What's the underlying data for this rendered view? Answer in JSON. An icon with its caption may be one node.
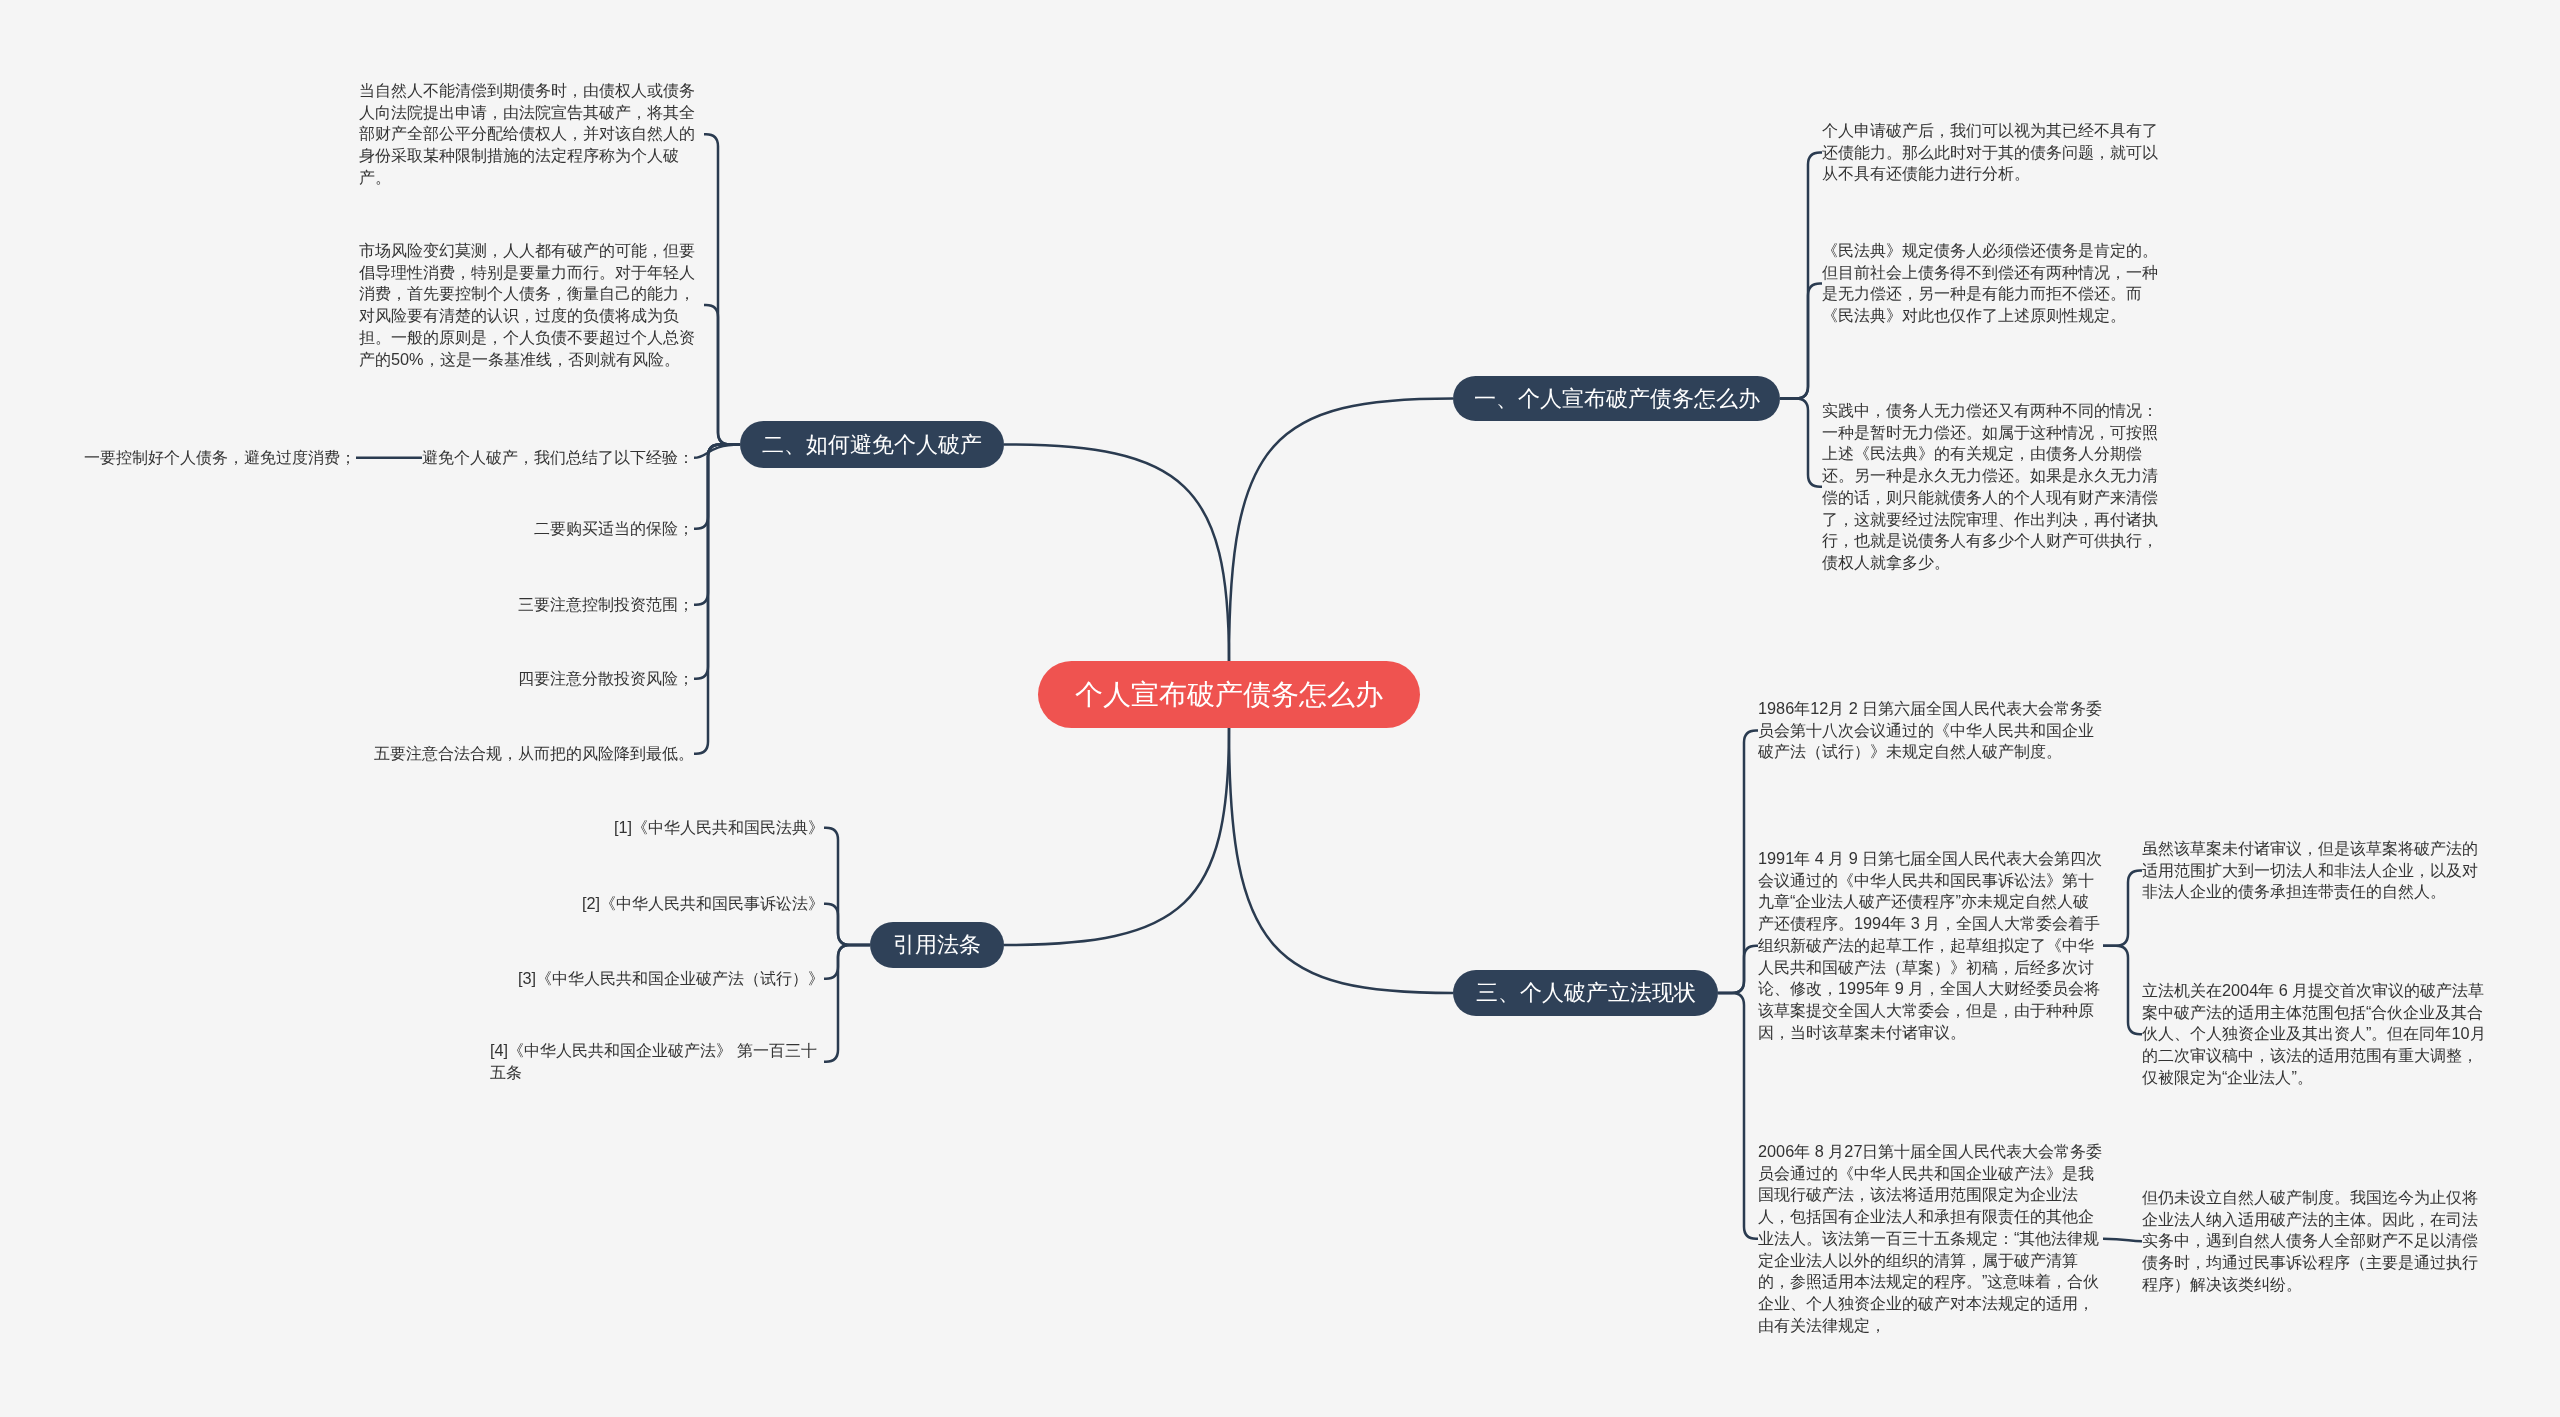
{
  "diagram": {
    "nodes": [
      {
        "text": [
          "个人宣布破产债务怎么办"
        ]
      },
      {
        "text": [
          "一、个人宣布破产债务怎么办"
        ]
      },
      {
        "text": [
          "个人申请破产后，我们可以视为其已经不具有了还债能力。那么此时对于其的债务问题，就可以从不具有还债能力进行分析。"
        ]
      },
      {
        "text": [
          "《民法典》规定债务人必须偿还债务是肯定的。但目前社会上债务得不到偿还有两种情况，一种是无力偿还，另一种是有能力而拒不偿还。而《民法典》对此也仅作了上述原则性规定。"
        ]
      },
      {
        "text": [
          "实践中，债务人无力偿还又有两种不同的情况：一种是暂时无力偿还。如属于这种情况，可按照上述《民法典》的有关规定，由债务人分期偿还。另一种是永久无力偿还。如果是永久无力清偿的话，则只能就债务人的个人现有财产来清偿了，这就要经过法院审理、作出判决，再付诸执行，也就是说债务人有多少个人财产可供执行，债权人就拿多少。"
        ]
      },
      {
        "text": [
          "二、如何避免个人破产"
        ]
      },
      {
        "text": [
          "当自然人不能清偿到期债务时，由债权人或债务人向法院提出申请，由法院宣告其破产，将其全部财产全部公平分配给债权人，并对该自然人的身份采取某种限制措施的法定程序称为个人破产。"
        ]
      },
      {
        "text": [
          "市场风险变幻莫测，人人都有破产的可能，但要倡导理性消费，特别是要量力而行。对于年轻人消费，首先要控制个人债务，衡量自己的能力，对风险要有清楚的认识，过度的负债将成为负担。一般的原则是，个人负债不要超过个人总资产的50%，这是一条基准线，否则就有风险。"
        ]
      },
      {
        "text": [
          "避免个人破产，我们总结了以下经验："
        ]
      },
      {
        "text": [
          "一要控制好个人债务，避免过度消费；"
        ]
      },
      {
        "text": [
          "二要购买适当的保险；"
        ]
      },
      {
        "text": [
          "三要注意控制投资范围；"
        ]
      },
      {
        "text": [
          "四要注意分散投资风险；"
        ]
      },
      {
        "text": [
          "五要注意合法合规，从而把的风险降到最低。"
        ]
      },
      {
        "text": [
          "三、个人破产立法现状"
        ]
      },
      {
        "text": [
          "1986年12月 2 日第六届全国人民代表大会常务委员会第十八次会议通过的《中华人民共和国企业破产法（试行）》未规定自然人破产制度。"
        ]
      },
      {
        "text": [
          "1991年 4 月 9 日第七届全国人民代表大会第四次会议通过的《中华人民共和国民事诉讼法》第十九章“企业法人破产还债程序”亦未规定自然人破产还债程序。1994年 3 月，全国人大常委会着手组织新破产法的起草工作，起草组拟定了《中华人民共和国破产法（草案）》初稿，后经多次讨论、修改，1995年 9 月，全国人大财经委员会将该草案提交全国人大常委会，但是，由于种种原因，当时该草案未付诸审议。"
        ]
      },
      {
        "text": [
          "虽然该草案未付诸审议，但是该草案将破产法的适用范围扩大到一切法人和非法人企业，以及对非法人企业的债务承担连带责任的自然人。"
        ]
      },
      {
        "text": [
          "立法机关在2004年 6 月提交首次审议的破产法草案中破产法的适用主体范围包括“合伙企业及其合伙人、个人独资企业及其出资人”。但在同年10月的二次审议稿中，该法的适用范围有重大调整，仅被限定为“企业法人”。"
        ]
      },
      {
        "text": [
          "2006年 8 月27日第十届全国人民代表大会常务委员会通过的《中华人民共和国企业破产法》是我国现行破产法，该法将适用范围限定为企业法人，包括国有企业法人和承担有限责任的其他企业法人。该法第一百三十五条规定：“其他法律规定企业法人以外的组织的清算，属于破产清算的，参照适用本法规定的程序。”这意味着，合伙企业、个人独资企业的破产对本法规定的适用，由有关法律规定，"
        ]
      },
      {
        "text": [
          "但仍未设立自然人破产制度。我国迄今为止仅将企业法人纳入适用破产法的主体。因此，在司法实务中，遇到自然人债务人全部财产不足以清偿债务时，均通过民事诉讼程序（主要是通过执行程序）解决该类纠纷。"
        ]
      },
      {
        "text": [
          "引用法条"
        ]
      },
      {
        "text": [
          "[1]《中华人民共和国民法典》"
        ]
      },
      {
        "text": [
          "[2]《中华人民共和国民事诉讼法》"
        ]
      },
      {
        "text": [
          "[3]《中华人民共和国企业破产法（试行）》"
        ]
      },
      {
        "text": [
          "[4]《中华人民共和国企业破产法》 第一百三十五条"
        ]
      }
    ],
    "edges": [
      {
        "from": 0,
        "to": 1,
        "arrow": "none"
      },
      {
        "from": 1,
        "to": 2,
        "arrow": "none"
      },
      {
        "from": 1,
        "to": 3,
        "arrow": "none"
      },
      {
        "from": 1,
        "to": 4,
        "arrow": "none"
      },
      {
        "from": 0,
        "to": 5,
        "arrow": "none"
      },
      {
        "from": 5,
        "to": 6,
        "arrow": "none"
      },
      {
        "from": 5,
        "to": 7,
        "arrow": "none"
      },
      {
        "from": 5,
        "to": 8,
        "arrow": "none"
      },
      {
        "from": 8,
        "to": 9,
        "arrow": "none"
      },
      {
        "from": 5,
        "to": 10,
        "arrow": "none"
      },
      {
        "from": 5,
        "to": 11,
        "arrow": "none"
      },
      {
        "from": 5,
        "to": 12,
        "arrow": "none"
      },
      {
        "from": 5,
        "to": 13,
        "arrow": "none"
      },
      {
        "from": 0,
        "to": 14,
        "arrow": "none"
      },
      {
        "from": 14,
        "to": 15,
        "arrow": "none"
      },
      {
        "from": 14,
        "to": 16,
        "arrow": "none"
      },
      {
        "from": 16,
        "to": 17,
        "arrow": "none"
      },
      {
        "from": 16,
        "to": 18,
        "arrow": "none"
      },
      {
        "from": 14,
        "to": 19,
        "arrow": "none"
      },
      {
        "from": 19,
        "to": 20,
        "arrow": "none"
      },
      {
        "from": 0,
        "to": 21,
        "arrow": "none"
      },
      {
        "from": 21,
        "to": 22,
        "arrow": "none"
      },
      {
        "from": 21,
        "to": 23,
        "arrow": "none"
      },
      {
        "from": 21,
        "to": 24,
        "arrow": "none"
      },
      {
        "from": 21,
        "to": 25,
        "arrow": "none"
      }
    ]
  }
}
